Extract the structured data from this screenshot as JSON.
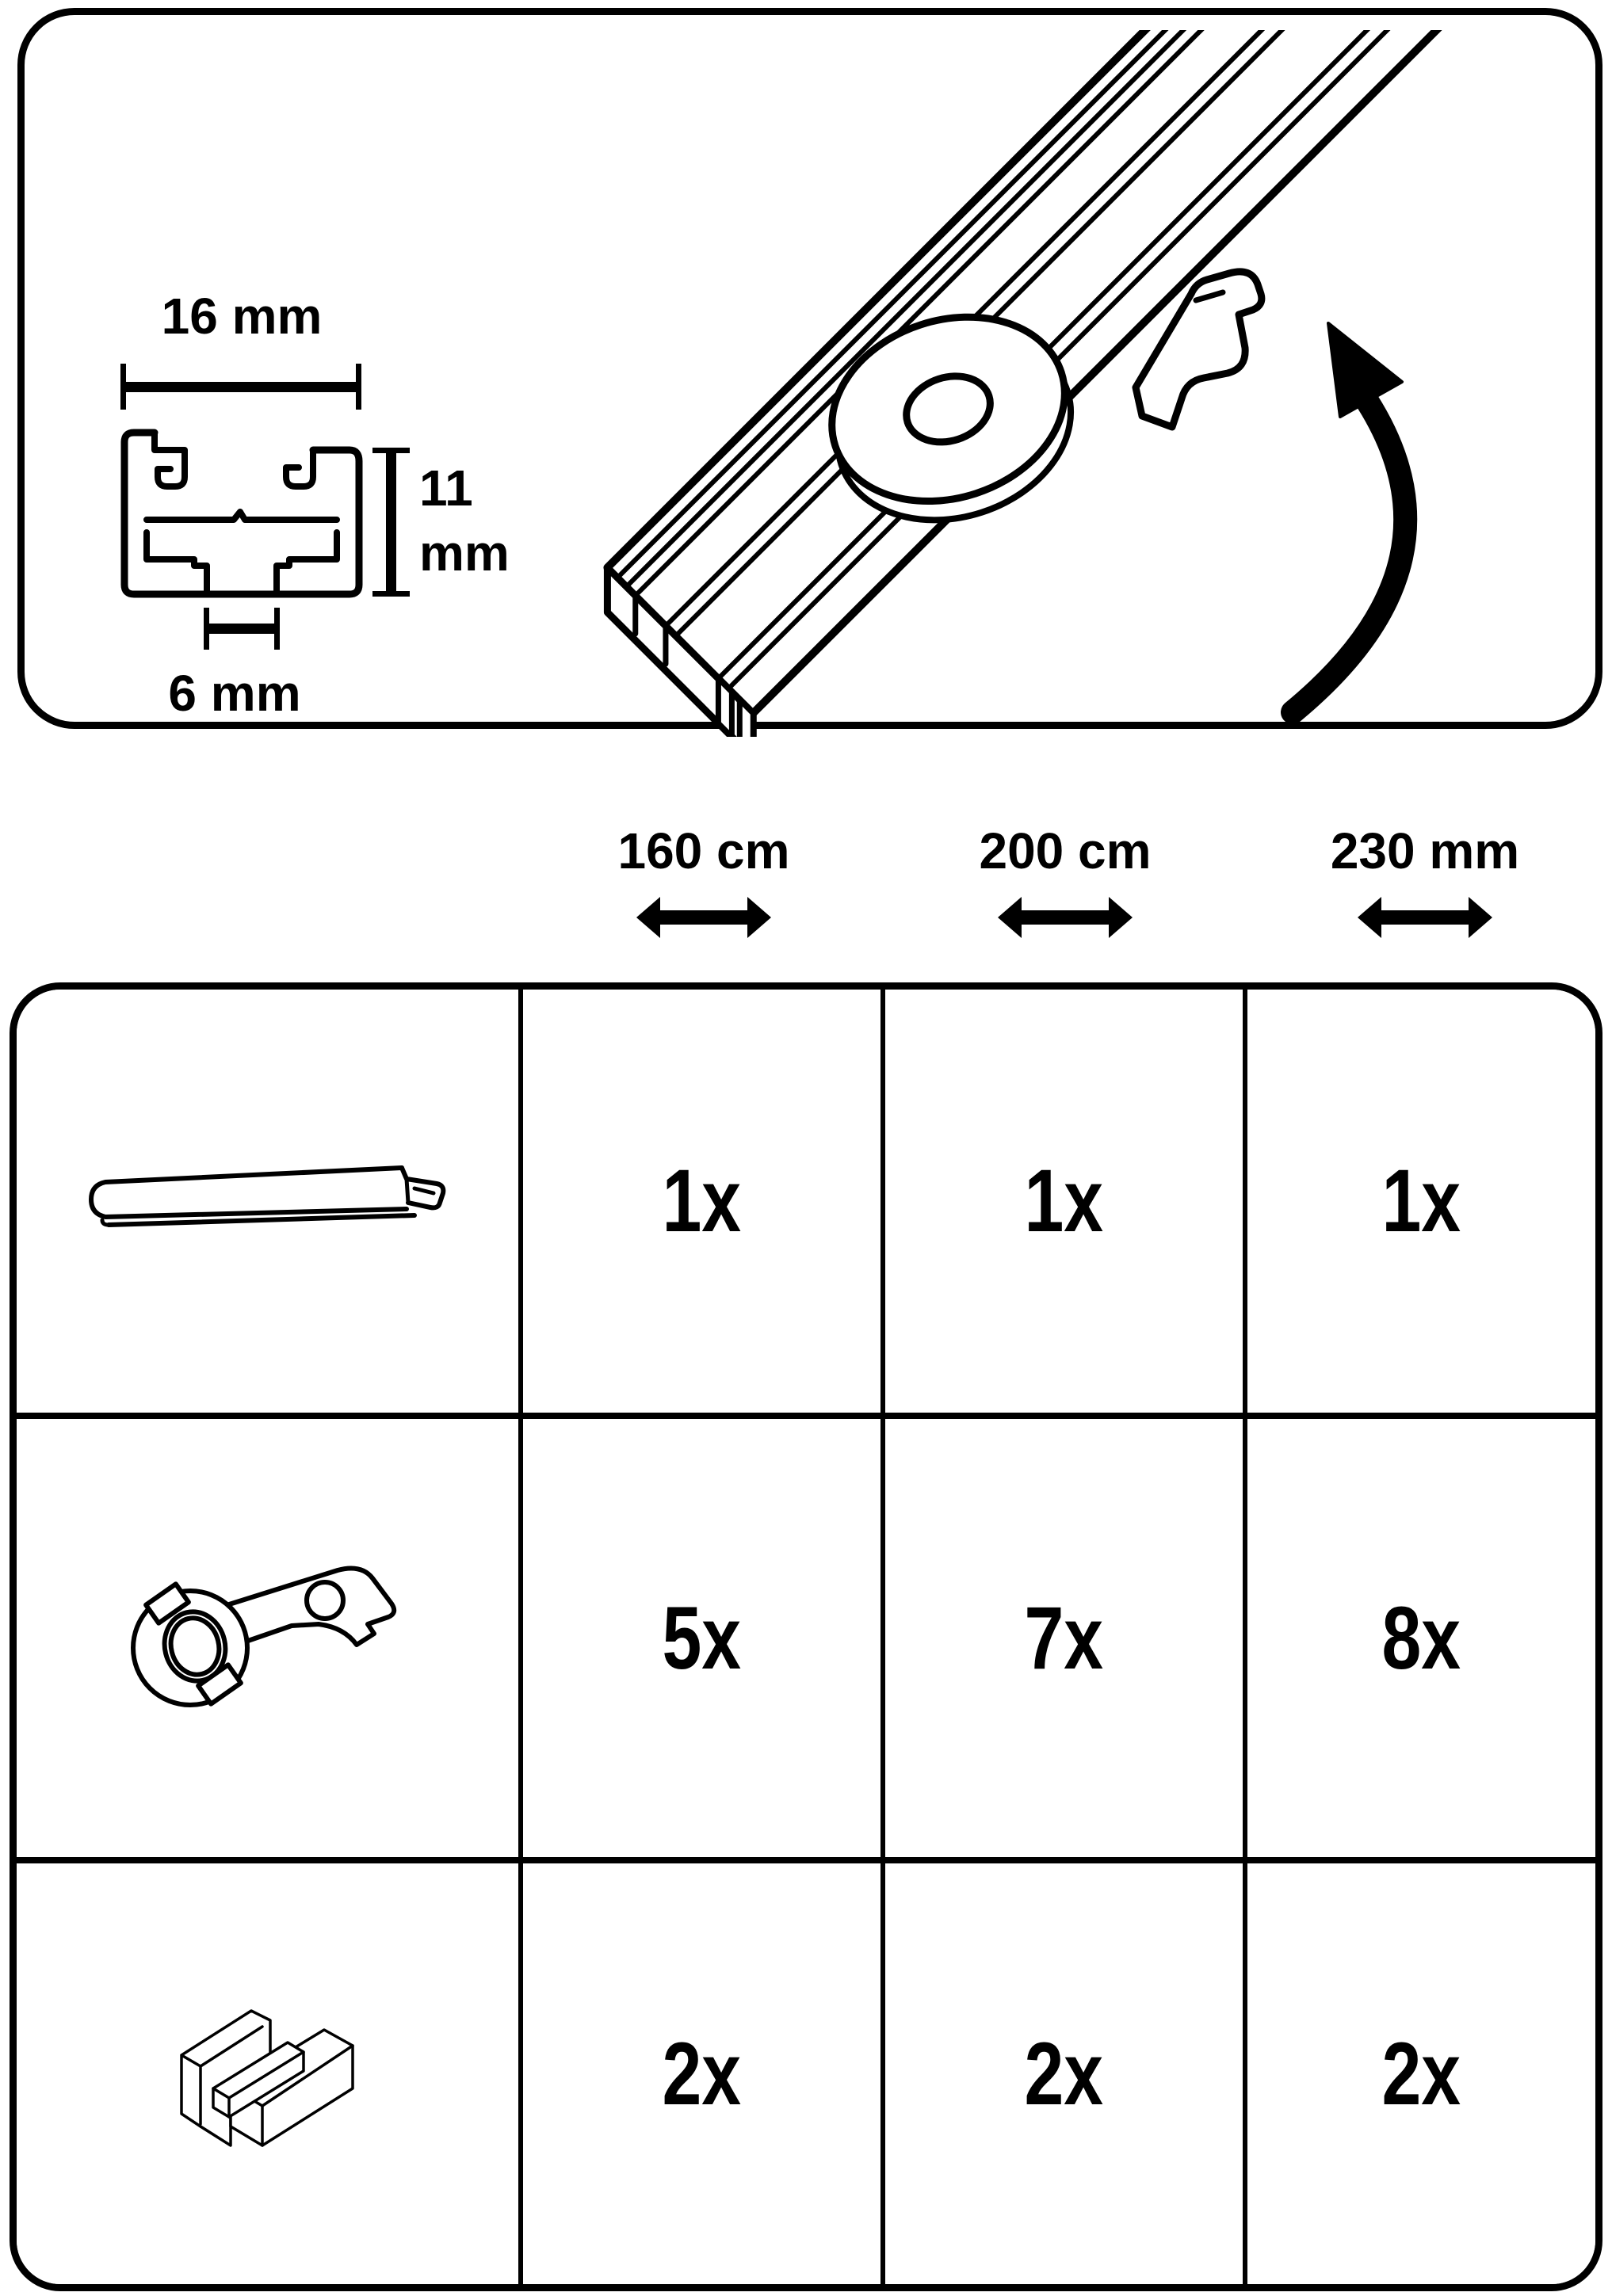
{
  "colors": {
    "ink": "#000000",
    "paper": "#ffffff"
  },
  "top_diagram": {
    "width_label": "16 mm",
    "height_label_line1": "11",
    "height_label_line2": "mm",
    "slot_label": "6 mm"
  },
  "size_header": {
    "sizes": [
      {
        "label": "160 cm"
      },
      {
        "label": "200 cm"
      },
      {
        "label": "230 mm"
      }
    ]
  },
  "parts_table": {
    "rows": [
      {
        "part": "curtain-rail",
        "quantities": [
          "1x",
          "1x",
          "1x"
        ]
      },
      {
        "part": "glider-hook",
        "quantities": [
          "5x",
          "7x",
          "8x"
        ]
      },
      {
        "part": "end-cap",
        "quantities": [
          "2x",
          "2x",
          "2x"
        ]
      }
    ]
  }
}
